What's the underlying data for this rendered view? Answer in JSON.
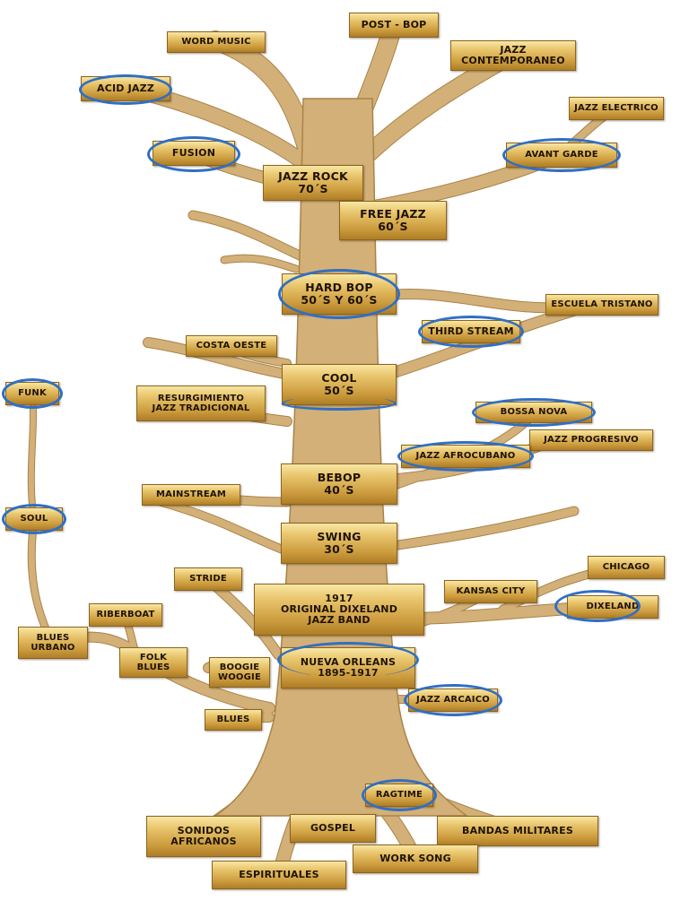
{
  "diagram": {
    "colors": {
      "trunk": "#d3b077",
      "trunk_edge": "#a9834a",
      "label_border": "#8b6420",
      "halo": "#2f6fc4"
    },
    "nodes": {
      "post_bop": [
        "POST - BOP"
      ],
      "word_music": [
        "WORD MUSIC"
      ],
      "jazz_contemporaneo": [
        "JAZZ",
        "CONTEMPORANEO"
      ],
      "acid_jazz": [
        "ACID JAZZ"
      ],
      "jazz_electrico": [
        "JAZZ ELECTRICO"
      ],
      "fusion": [
        "FUSION"
      ],
      "avant_garde": [
        "AVANT GARDE"
      ],
      "jazz_rock": [
        "JAZZ ROCK",
        "70´S"
      ],
      "free_jazz": [
        "FREE JAZZ",
        "60´S"
      ],
      "hard_bop": [
        "HARD BOP",
        "50´S Y 60´S"
      ],
      "escuela_tristano": [
        "ESCUELA TRISTANO"
      ],
      "third_stream": [
        "THIRD STREAM"
      ],
      "costa_oeste": [
        "COSTA OESTE"
      ],
      "cool": [
        "COOL",
        "50´S"
      ],
      "funk": [
        "FUNK"
      ],
      "resurgimiento": [
        "RESURGIMIENTO",
        "JAZZ TRADICIONAL"
      ],
      "bossa_nova": [
        "BOSSA NOVA"
      ],
      "jazz_progresivo": [
        "JAZZ PROGRESIVO"
      ],
      "jazz_afrocubano": [
        "JAZZ AFROCUBANO"
      ],
      "bebop": [
        "BEBOP",
        "40´S"
      ],
      "mainstream": [
        "MAINSTREAM"
      ],
      "soul": [
        "SOUL"
      ],
      "swing": [
        "SWING",
        "30´S"
      ],
      "chicago": [
        "CHICAGO"
      ],
      "stride": [
        "STRIDE"
      ],
      "dixieland_1917": [
        "1917",
        "ORIGINAL DIXELAND",
        "JAZZ BAND"
      ],
      "kansas_city": [
        "KANSAS CITY"
      ],
      "dixieland": [
        "DIXELAND"
      ],
      "riberboat": [
        "RIBERBOAT"
      ],
      "blues_urbano": [
        "BLUES",
        "URBANO"
      ],
      "folk_blues": [
        "FOLK",
        "BLUES"
      ],
      "boogie_woogie": [
        "BOOGIE",
        "WOOGIE"
      ],
      "nueva_orleans": [
        "NUEVA ORLEANS",
        "1895-1917"
      ],
      "jazz_arcaico": [
        "JAZZ ARCAICO"
      ],
      "blues": [
        "BLUES"
      ],
      "ragtime": [
        "RAGTIME"
      ],
      "sonidos_africanos": [
        "SONIDOS",
        "AFRICANOS"
      ],
      "gospel": [
        "GOSPEL"
      ],
      "bandas_militares": [
        "BANDAS MILITARES"
      ],
      "work_song": [
        "WORK SONG"
      ],
      "espirituales": [
        "ESPIRITUALES"
      ]
    }
  }
}
